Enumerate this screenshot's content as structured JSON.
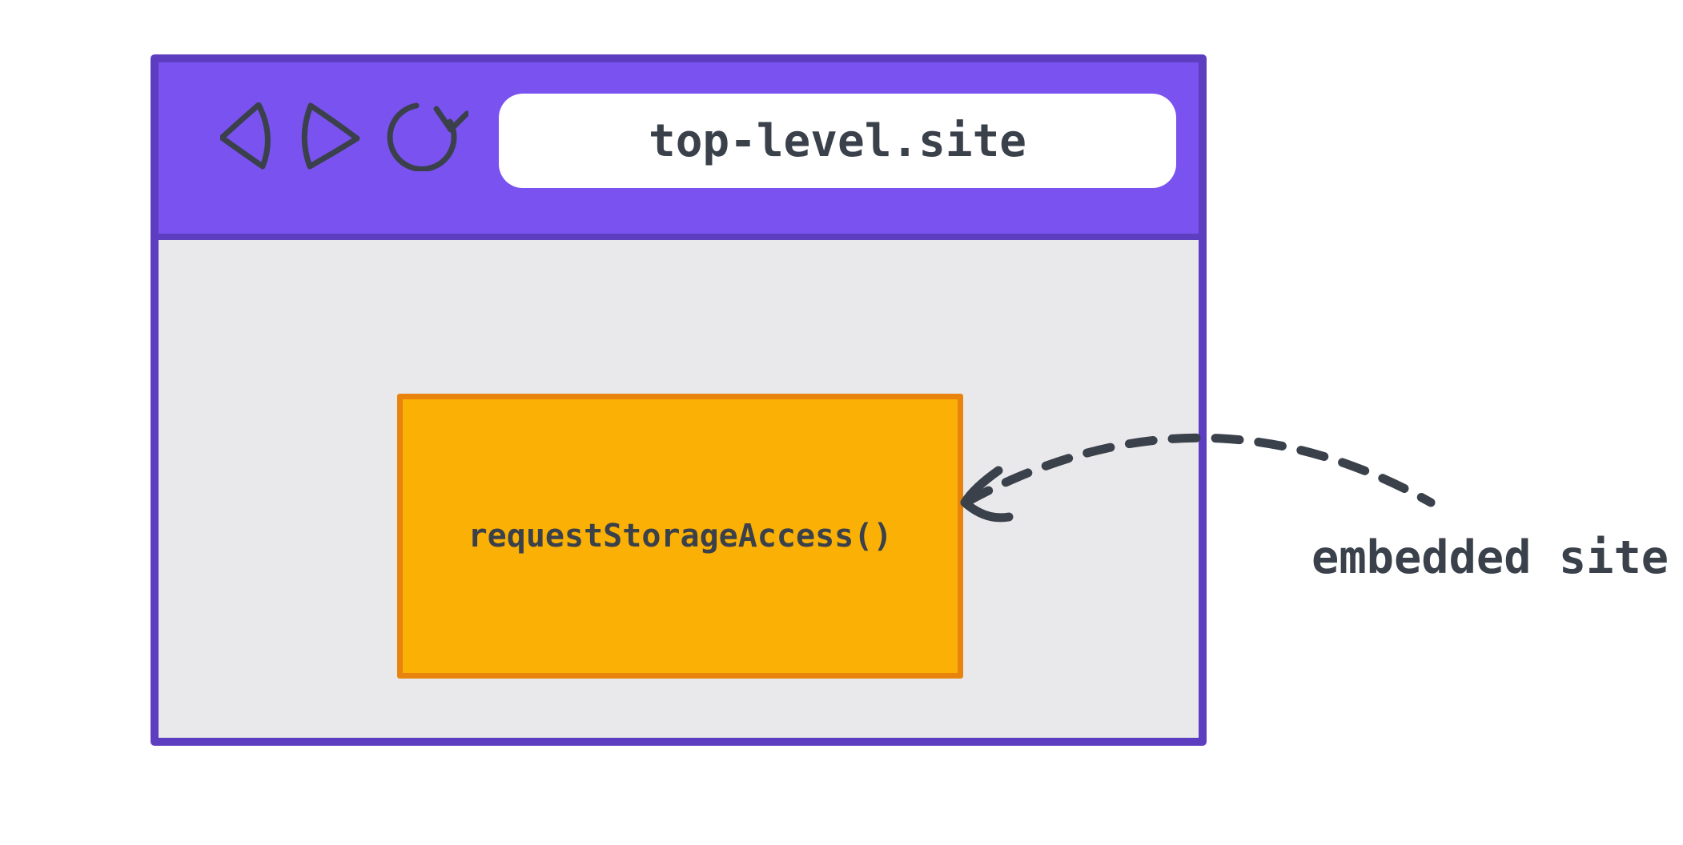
{
  "browser": {
    "address_bar": {
      "url": "top-level.site"
    },
    "nav_icons": [
      {
        "name": "back-icon"
      },
      {
        "name": "forward-icon"
      },
      {
        "name": "reload-icon"
      }
    ],
    "embedded_frame": {
      "label": "requestStorageAccess()"
    }
  },
  "annotation": {
    "label": "embedded site"
  },
  "colors": {
    "titlebar_fill": "#7a52f0",
    "window_border": "#5e3ec0",
    "content_bg": "#e9e9eb",
    "embed_fill": "#fbb005",
    "embed_border": "#e8830d",
    "address_bar_bg": "#ffffff",
    "ink": "#3a414b",
    "page_bg": "#ffffff"
  }
}
